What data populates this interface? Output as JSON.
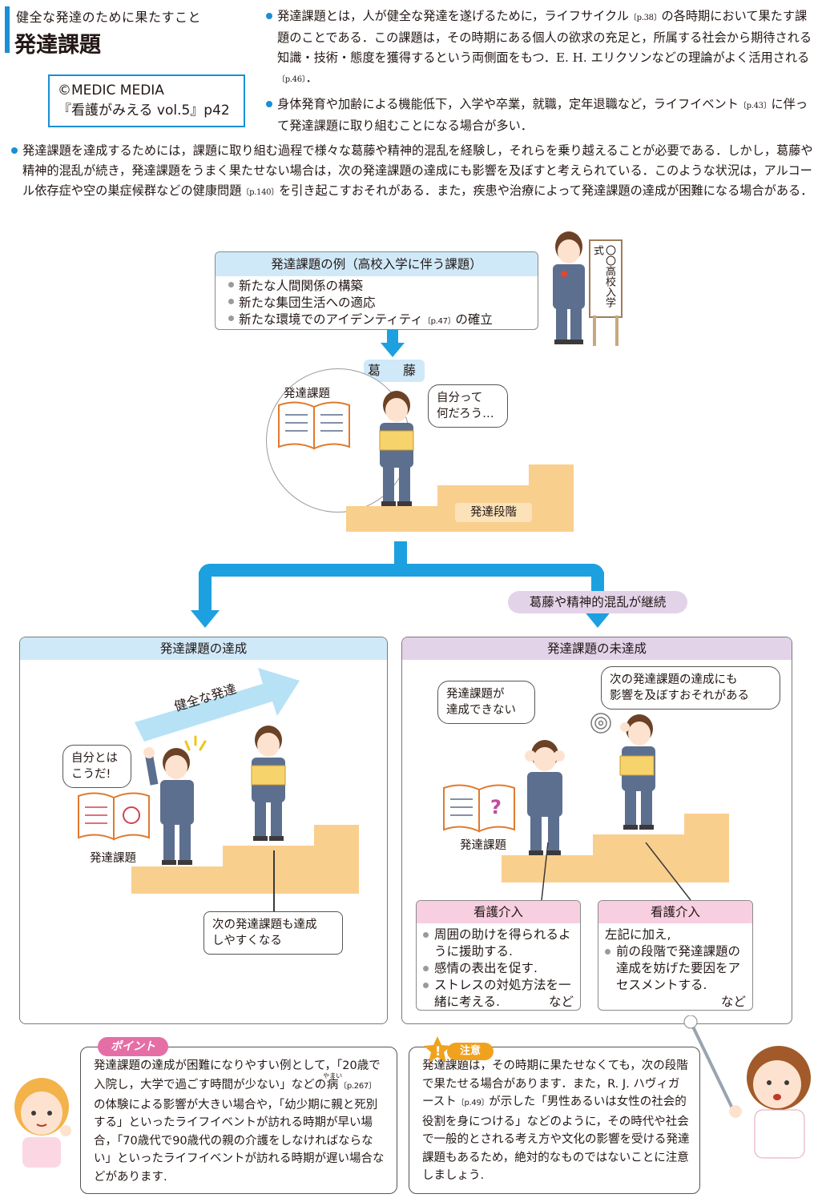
{
  "header": {
    "subtitle": "健全な発達のために果たすこと",
    "title": "発達課題"
  },
  "credit": {
    "line1": "©MEDIC MEDIA",
    "line2": "『看護がみえる vol.5』p42"
  },
  "bullets": {
    "b1_text": "発達課題とは，人が健全な発達を遂げるために，ライフサイクル",
    "b1_ref": "〔p.38〕",
    "b1_text2": "の各時期において果たす課題のことである．この課題は，その時期にある個人の欲求の充足と，所属する社会から期待される知識・技術・態度を獲得するという両側面をもつ．E. H. エリクソンなどの理論がよく活用される",
    "b1_ref2": "〔p.46〕",
    "b1_end": "．",
    "b2_text": "身体発育や加齢による機能低下，入学や卒業，就職，定年退職など，ライフイベント",
    "b2_ref": "〔p.43〕",
    "b2_text2": "に伴って発達課題に取り組むことになる場合が多い．",
    "b3_text": "発達課題を達成するためには，課題に取り組む過程で様々な葛藤や精神的混乱を経験し，それらを乗り越えることが必要である．しかし，葛藤や精神的混乱が続き，発達課題をうまく果たせない場合は，次の発達課題の達成にも影響を及ぼすと考えられている．このような状況は，アルコール依存症や空の巣症候群などの健康問題",
    "b3_ref": "〔p.140〕",
    "b3_text2": "を引き起こすおそれがある．また，疾患や治療によって発達課題の達成が困難になる場合がある．"
  },
  "example": {
    "heading": "発達課題の例（高校入学に伴う課題）",
    "item1": "新たな人間関係の構築",
    "item2": "新たな集団生活への適応",
    "item3_a": "新たな環境でのアイデンティティ",
    "item3_ref": "〔p.47〕",
    "item3_b": "の確立",
    "sign": "〇〇高校入学式"
  },
  "conflict_label": "葛　藤",
  "circle_label": "発達課題",
  "bubble_self": "自分って\n何だろう…",
  "stage_label": "発達段階",
  "continue_label": "葛藤や精神的混乱が継続",
  "left_panel": {
    "heading": "発達課題の達成",
    "arrow_label": "健全な発達",
    "bubble": "自分とは\nこうだ!",
    "book_label": "発達課題",
    "next_bubble": "次の発達課題も達成\nしやすくなる"
  },
  "right_panel": {
    "heading": "発達課題の未達成",
    "bubble1": "発達課題が\n達成できない",
    "bubble2": "次の発達課題の達成にも\n影響を及ぼすおそれがある",
    "book_label": "発達課題",
    "nurse1": {
      "heading": "看護介入",
      "item1": "周囲の助けを得られるように援助する.",
      "item2": "感情の表出を促す.",
      "item3": "ストレスの対処方法を一緒に考える.",
      "etc": "など"
    },
    "nurse2": {
      "heading": "看護介入",
      "intro": "左記に加え,",
      "item1": "前の段階で発達課題の達成を妨げた要因をアセスメントする.",
      "etc": "など"
    }
  },
  "point": {
    "tag": "ポイント",
    "text_a": "発達課題の達成が困難になりやすい例として，「20歳で入院し，大学で過ごす時間が少ない」などの",
    "ruby_base": "病",
    "ruby_text": "やまい",
    "text_ref": "〔p.267〕",
    "text_b": "の体験による影響が大きい場合や，「幼少期に親と死別する」といったライフイベントが訪れる時期が早い場合，「70歳代で90歳代の親の介護をしなければならない」といったライフイベントが訪れる時期が遅い場合などがあります."
  },
  "caution": {
    "tag": "注意",
    "text_a": "発達課題は，その時期に果たせなくても，次の段階で果たせる場合があります．また，R. J. ハヴィガースト",
    "text_ref": "〔p.49〕",
    "text_b": "が示した「男性あるいは女性の社会的役割を身につける」などのように，その時代や社会で一般的とされる考え方や文化の影響を受ける発達課題もあるため，絶対的なものではないことに注意しましょう."
  },
  "colors": {
    "accent_blue": "#1a8fd6",
    "arrow_blue": "#1ca0e0",
    "light_blue": "#cfe9f8",
    "lavender": "#e3d3e9",
    "pink": "#f7cfe0",
    "step_orange": "#f9cf8e",
    "point_pink": "#e66ea6",
    "caution_orange": "#f0a21f"
  }
}
